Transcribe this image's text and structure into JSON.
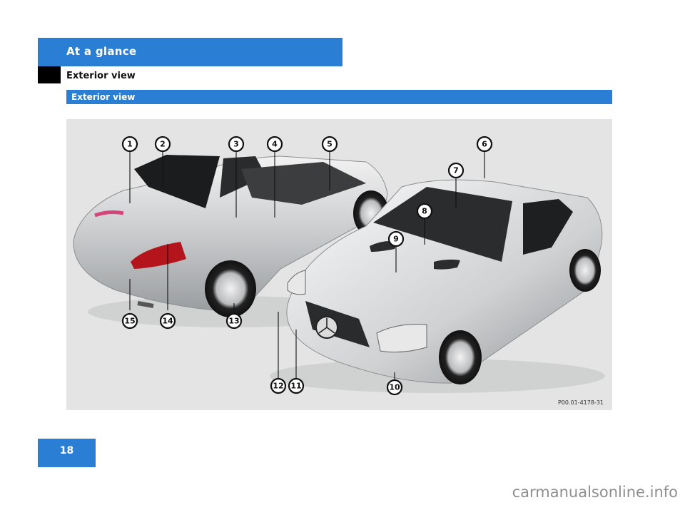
{
  "header": {
    "section": "At a glance",
    "subsection": "Exterior view"
  },
  "figure": {
    "title": "Exterior view",
    "ref_code": "P00.01-4178-31",
    "callouts": [
      "1",
      "2",
      "3",
      "4",
      "5",
      "6",
      "7",
      "8",
      "9",
      "10",
      "11",
      "12",
      "13",
      "14",
      "15"
    ]
  },
  "page": {
    "number": "18"
  },
  "watermark": "carmanualsonline.info",
  "colors": {
    "accent": "#2a7fd4",
    "black_tab": "#000000",
    "figure_bg": "#e3e4e3"
  }
}
